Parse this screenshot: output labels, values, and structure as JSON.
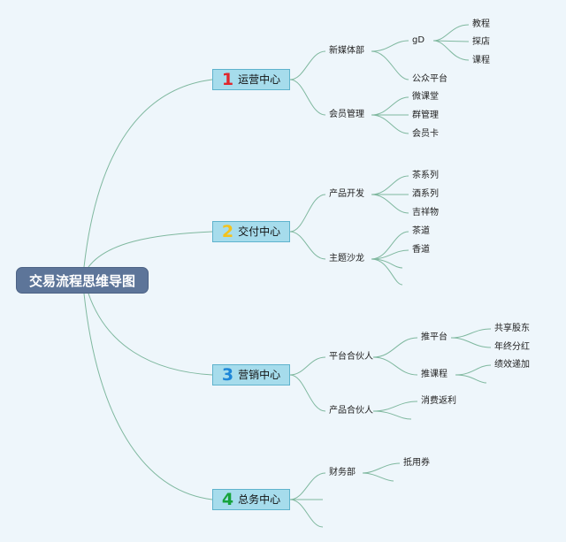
{
  "root": {
    "label": "交易流程思维导图"
  },
  "centers": [
    {
      "num": "1",
      "label": "运营中心",
      "num_color": "#e0262c",
      "groups": [
        {
          "label": "新媒体部",
          "items": [
            "gD",
            "公众平台"
          ],
          "gd_sub": [
            "教程",
            "探店",
            "课程"
          ]
        },
        {
          "label": "会员管理",
          "items": [
            "微课堂",
            "群管理",
            "会员卡"
          ]
        }
      ]
    },
    {
      "num": "2",
      "label": "交付中心",
      "num_color": "#f4c21c",
      "groups": [
        {
          "label": "产品开发",
          "items": [
            "茶系列",
            "酒系列",
            "吉祥物"
          ]
        },
        {
          "label": "主题沙龙",
          "items": [
            "茶道",
            "香道"
          ]
        }
      ]
    },
    {
      "num": "3",
      "label": "营销中心",
      "num_color": "#1d86d8",
      "groups": [
        {
          "label": "平台合伙人",
          "items": [
            "推平台",
            "推课程"
          ],
          "sub_a": [
            "共享股东",
            "年终分红"
          ],
          "sub_b": [
            "绩效递加"
          ]
        },
        {
          "label": "产品合伙人",
          "items": [
            "消费返利"
          ]
        }
      ]
    },
    {
      "num": "4",
      "label": "总务中心",
      "num_color": "#17a33c",
      "groups": [
        {
          "label": "财务部",
          "items": [
            "抵用券"
          ]
        }
      ]
    }
  ]
}
